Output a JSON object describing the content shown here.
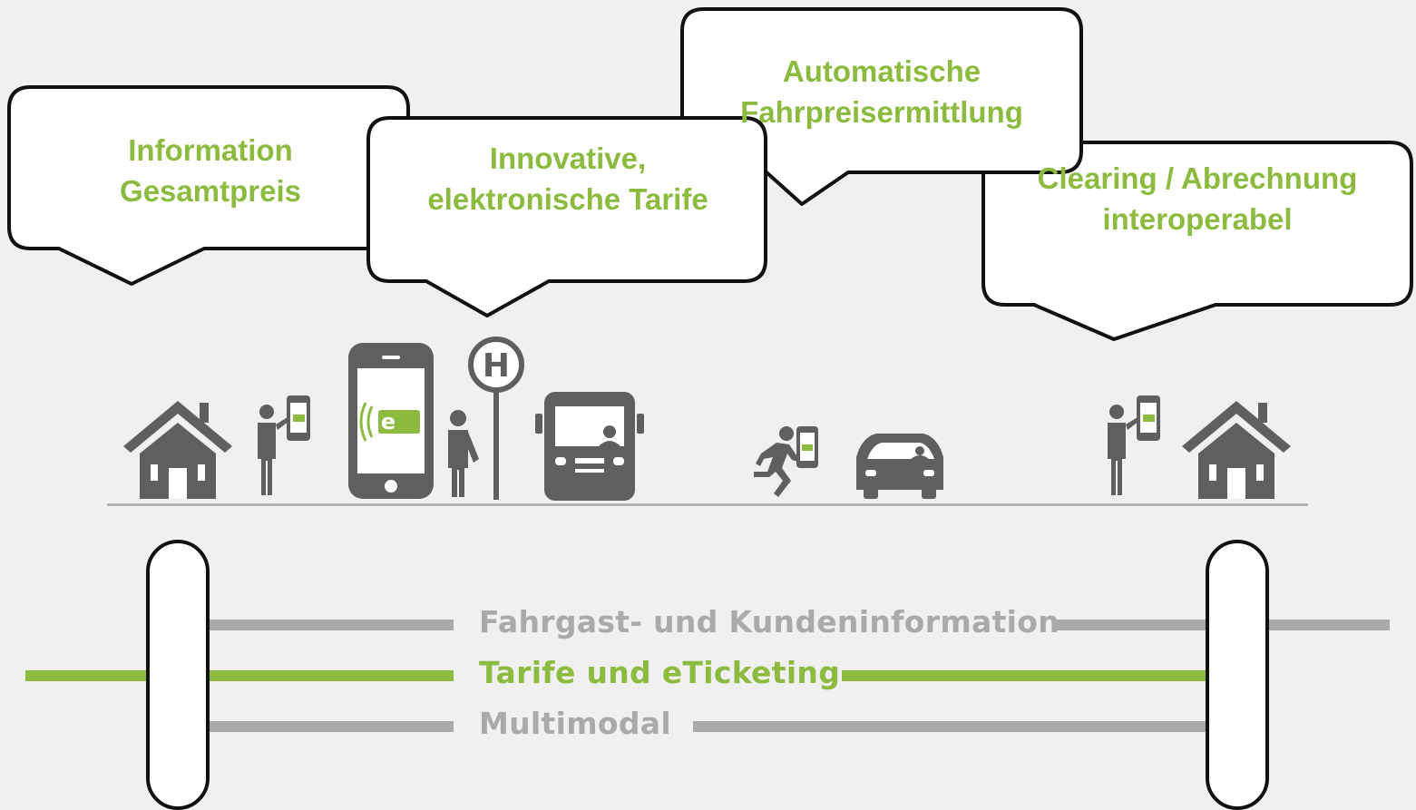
{
  "colors": {
    "background": "#f0f0f0",
    "accent_green": "#8cbb3f",
    "lane_gray": "#aaaaaa",
    "icon_gray": "#5f5f5f",
    "bubble_border": "#111111",
    "bubble_fill": "#ffffff"
  },
  "bubbles": [
    {
      "lines": [
        "Information",
        "Gesamtpreis"
      ]
    },
    {
      "lines": [
        "Innovative,",
        "elektronische Tarife"
      ]
    },
    {
      "lines": [
        "Automatische",
        "Fahrpreisermittlung"
      ]
    },
    {
      "lines": [
        "Clearing / Abrechnung",
        "interoperabel"
      ]
    }
  ],
  "journey_icons": [
    "house-icon",
    "person-with-phone-icon",
    "smartphone-eticket-icon",
    "waiting-person-icon",
    "bus-stop-sign-icon",
    "bus-icon",
    "running-person-with-phone-icon",
    "car-icon",
    "person-with-phone-icon",
    "house-icon"
  ],
  "stop_sign": {
    "letter": "H"
  },
  "eticket": {
    "letter": "e"
  },
  "lanes": [
    {
      "label": "Fahrgast- und Kundeninformation",
      "color": "#aaaaaa"
    },
    {
      "label": "Tarife und eTicketing",
      "color": "#8cbb3f"
    },
    {
      "label": "Multimodal",
      "color": "#aaaaaa"
    }
  ]
}
